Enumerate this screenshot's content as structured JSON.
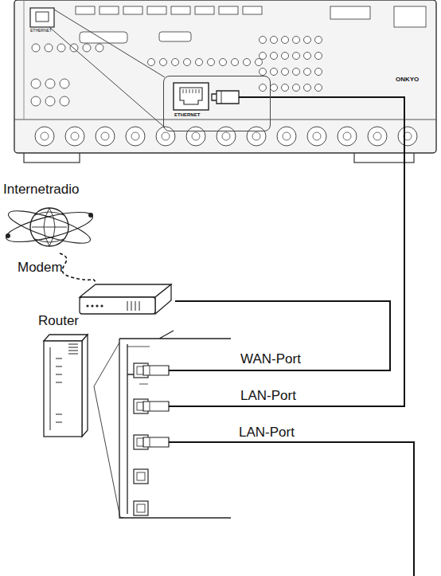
{
  "diagram": {
    "nodes": [
      {
        "text": [
          "ETHERNET"
        ]
      },
      {
        "text": [
          "Internetradio"
        ]
      },
      {
        "text": [
          "Modem"
        ]
      },
      {
        "text": [
          "Router"
        ]
      }
    ],
    "edges": [
      {
        "from": 1,
        "to": 2,
        "arrow": "none"
      },
      {
        "from": 2,
        "to": 3,
        "label": "WAN-Port",
        "arrow": "none"
      },
      {
        "from": 0,
        "to": 3,
        "label": "LAN-Port",
        "arrow": "none"
      }
    ],
    "labels": [
      "ETHERNET",
      "ONKYO",
      "LAN-Port"
    ]
  }
}
